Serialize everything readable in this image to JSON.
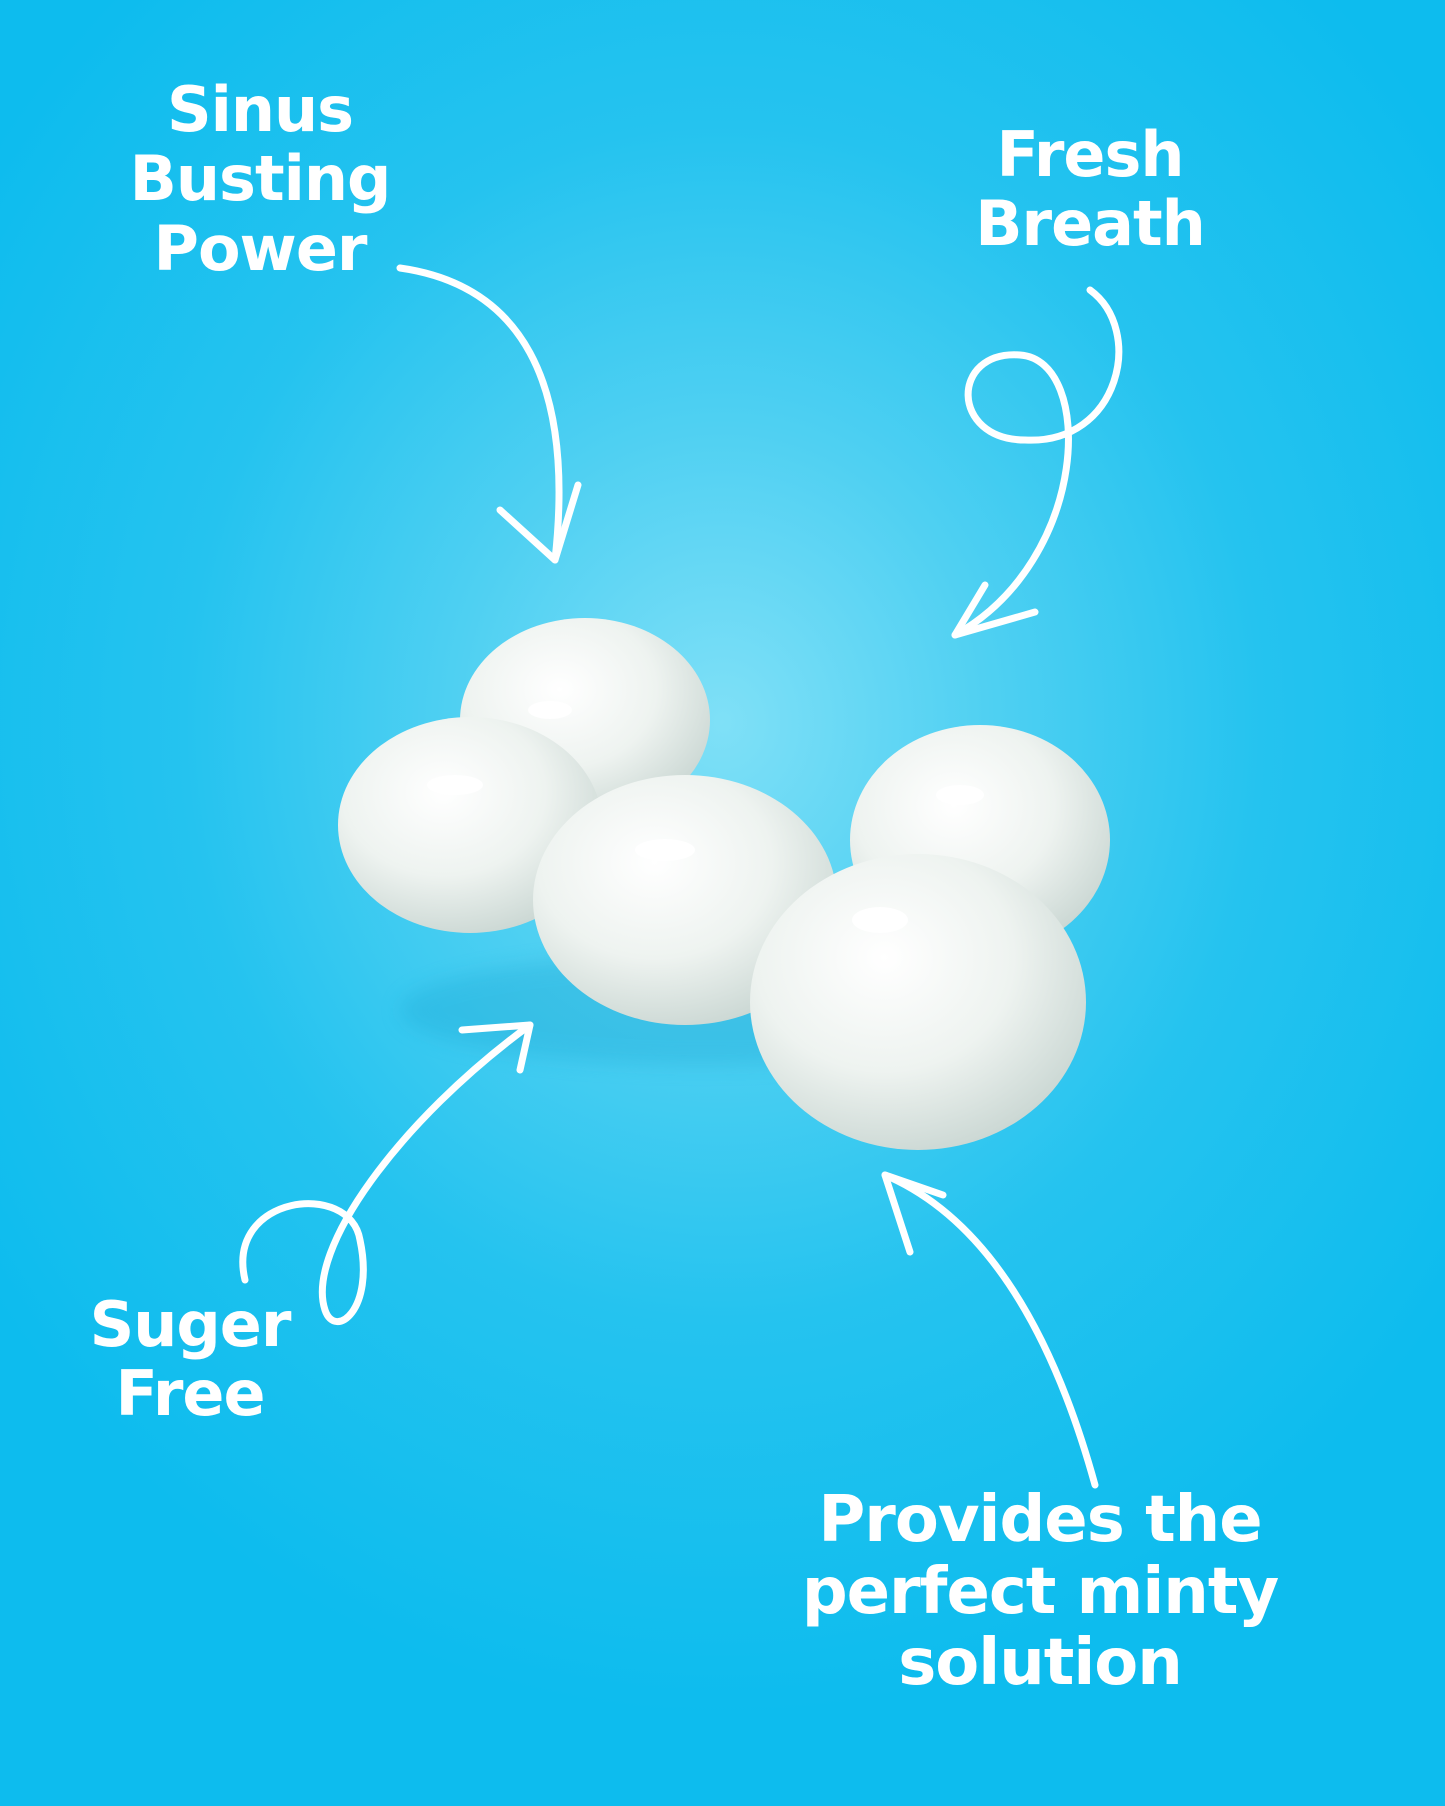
{
  "colors": {
    "background": "#0dbcee",
    "glow": "#7fe0f7",
    "text": "#ffffff",
    "candy": "#eef2ef"
  },
  "callouts": {
    "sinus": [
      "Sinus",
      "Busting",
      "Power"
    ],
    "fresh": [
      "Fresh",
      "Breath"
    ],
    "suger": [
      "Suger",
      "Free"
    ],
    "minty": [
      "Provides the",
      "perfect minty",
      "solution"
    ]
  },
  "product": {
    "icon": "mint-candy-icon",
    "count": 5
  }
}
